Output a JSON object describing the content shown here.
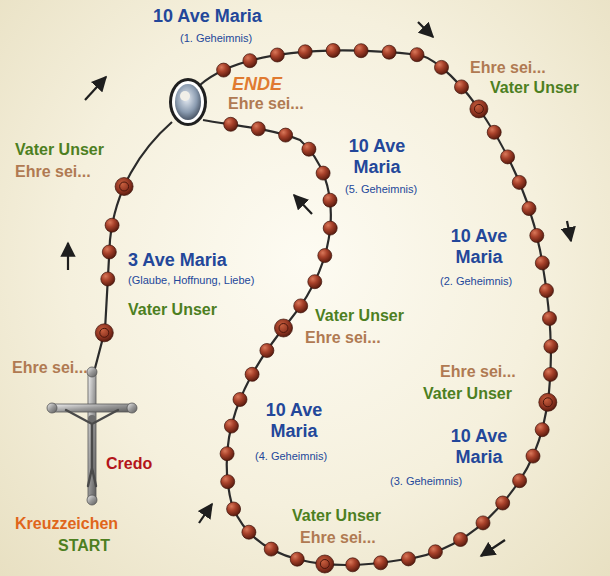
{
  "diagram": {
    "labels": [
      "10 Ave Maria",
      "(1. Geheimnis)",
      "ENDE",
      "Ehre sei...",
      "Ehre sei...",
      "Vater Unser",
      "Vater Unser",
      "Ehre sei...",
      "10 Ave Maria",
      "(5. Geheimnis)",
      "3 Ave Maria",
      "(Glaube, Hoffnung, Liebe)",
      "10 Ave Maria",
      "(2. Geheimnis)",
      "Vater Unser",
      "Vater Unser",
      "Ehre sei...",
      "Ehre sei...",
      "Ehre sei...",
      "Vater Unser",
      "10 Ave Maria",
      "(4. Geheimnis)",
      "10 Ave Maria",
      "(3. Geheimnis)",
      "Credo",
      "Kreuzzeichen",
      "START",
      "Vater Unser",
      "Ehre sei..."
    ]
  }
}
